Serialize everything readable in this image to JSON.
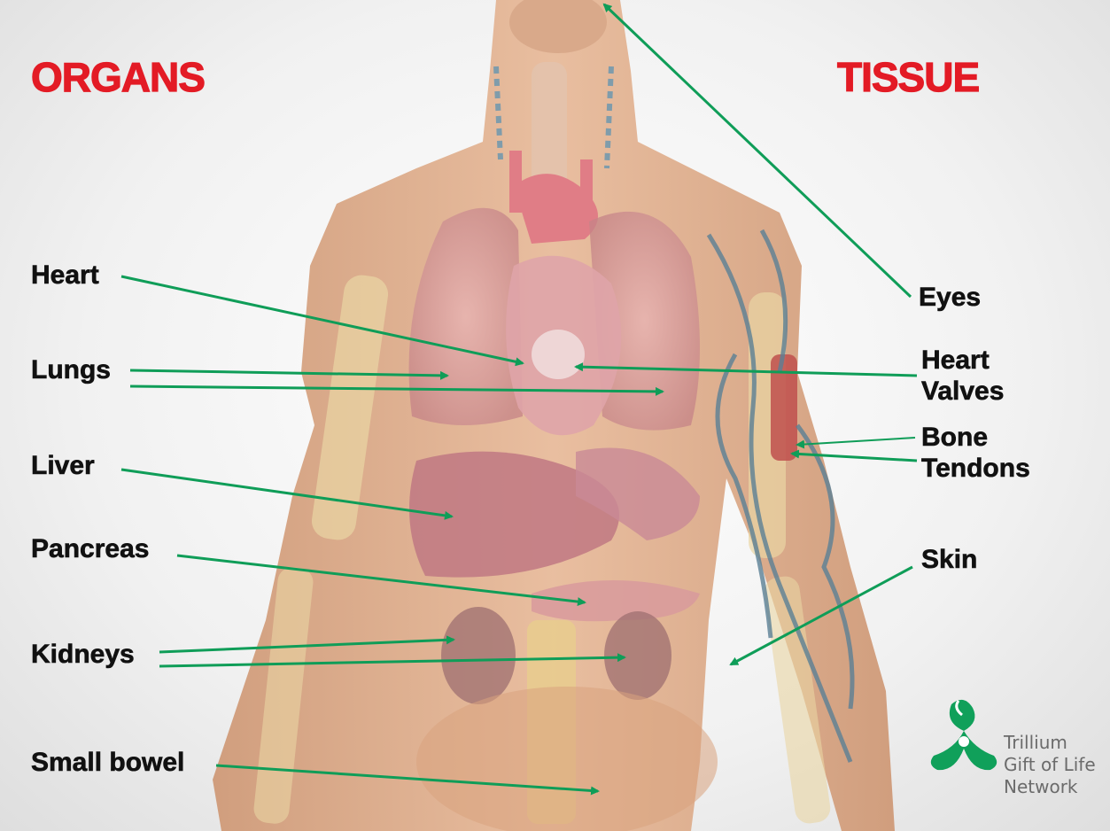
{
  "headings": {
    "organs": "ORGANS",
    "tissue": "TISSUE"
  },
  "organs": {
    "heart": "Heart",
    "lungs": "Lungs",
    "liver": "Liver",
    "pancreas": "Pancreas",
    "kidneys": "Kidneys",
    "small_bowel": "Small bowel"
  },
  "tissue": {
    "eyes": "Eyes",
    "heart_valves_line1": "Heart",
    "heart_valves_line2": "Valves",
    "bone": "Bone",
    "tendons": "Tendons",
    "skin": "Skin"
  },
  "brand": {
    "line1": "Trillium",
    "line2": "Gift of Life",
    "line3": "Network"
  },
  "colors": {
    "heading_red": "#e31b25",
    "arrow_green": "#0f9d58",
    "logo_green": "#10a05a",
    "skin": "#e2b08e"
  }
}
